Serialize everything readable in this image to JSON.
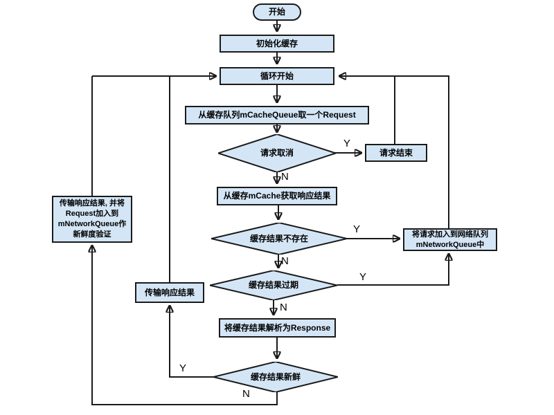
{
  "nodes": {
    "start": {
      "label": "开始"
    },
    "init_cache": {
      "label": "初始化缓存"
    },
    "loop_start": {
      "label": "循环开始"
    },
    "take_request": {
      "label": "从缓存队列mCacheQueue取一个Request"
    },
    "request_cancelled": {
      "label": "请求取消"
    },
    "request_end": {
      "label": "请求结束"
    },
    "get_response": {
      "label": "从缓存mCache获取响应结果"
    },
    "cache_missing": {
      "label": "缓存结果不存在"
    },
    "add_to_network_queue": {
      "label": "将请求加入到网络队列\nmNetworkQueue中"
    },
    "cache_expired": {
      "label": "缓存结果过期"
    },
    "parse_response": {
      "label": "将缓存结果解析为Response"
    },
    "cache_fresh": {
      "label": "缓存结果新鲜"
    },
    "transmit_response": {
      "label": "传输响应结果"
    },
    "transmit_and_validate": {
      "label": "传输响应结果, 并将\nRequest加入到\nmNetworkQueue作\n新鲜度验证"
    }
  },
  "edge_labels": {
    "yes": "Y",
    "no": "N"
  },
  "colors": {
    "node_fill": "#d4e6f6",
    "node_border": "#1a1a1a",
    "line": "#1a1a1a",
    "background": "#ffffff"
  }
}
